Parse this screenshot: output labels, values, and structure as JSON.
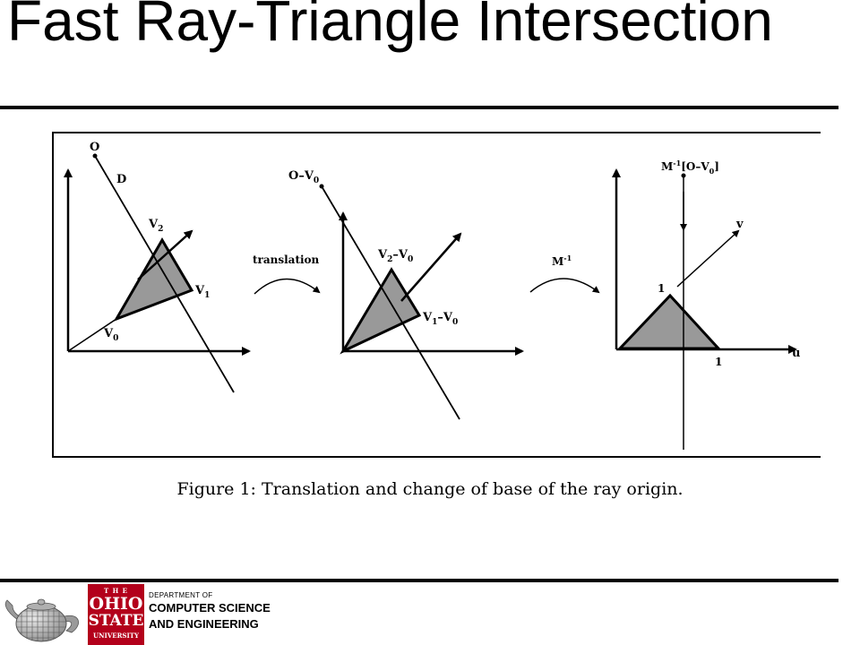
{
  "slide": {
    "title": "Fast Ray-Triangle Intersection"
  },
  "figure": {
    "panel1": {
      "O": "O",
      "D": "D",
      "V0": "V",
      "V0_sub": "0",
      "V1": "V",
      "V1_sub": "1",
      "V2": "V",
      "V2_sub": "2"
    },
    "arrow1": {
      "label": "translation"
    },
    "panel2": {
      "origin": "O–V",
      "origin_sub": "0",
      "v2": "V",
      "v2_sub1": "2",
      "v2_mid": "–V",
      "v2_sub2": "0",
      "v1": "V",
      "v1_sub1": "1",
      "v1_mid": "–V",
      "v1_sub2": "0"
    },
    "arrow2": {
      "label": "M",
      "sup": "-1"
    },
    "panel3": {
      "origin_pre": "M",
      "origin_sup": "-1",
      "origin_post": "[O–V",
      "origin_sub": "0",
      "origin_close": "]",
      "v": "v",
      "u": "u",
      "one_v": "1",
      "one_u": "1"
    },
    "caption": "Figure 1:  Translation and change of base of the ray origin."
  },
  "footer": {
    "seal_the": "T H E",
    "seal_ohio": "OHIO",
    "seal_state": "STATE",
    "seal_univ": "UNIVERSITY",
    "dept_small": "DEPARTMENT OF",
    "dept_line1": "COMPUTER SCIENCE",
    "dept_line2": "AND ENGINEERING",
    "seal_color": "#b3001b"
  }
}
